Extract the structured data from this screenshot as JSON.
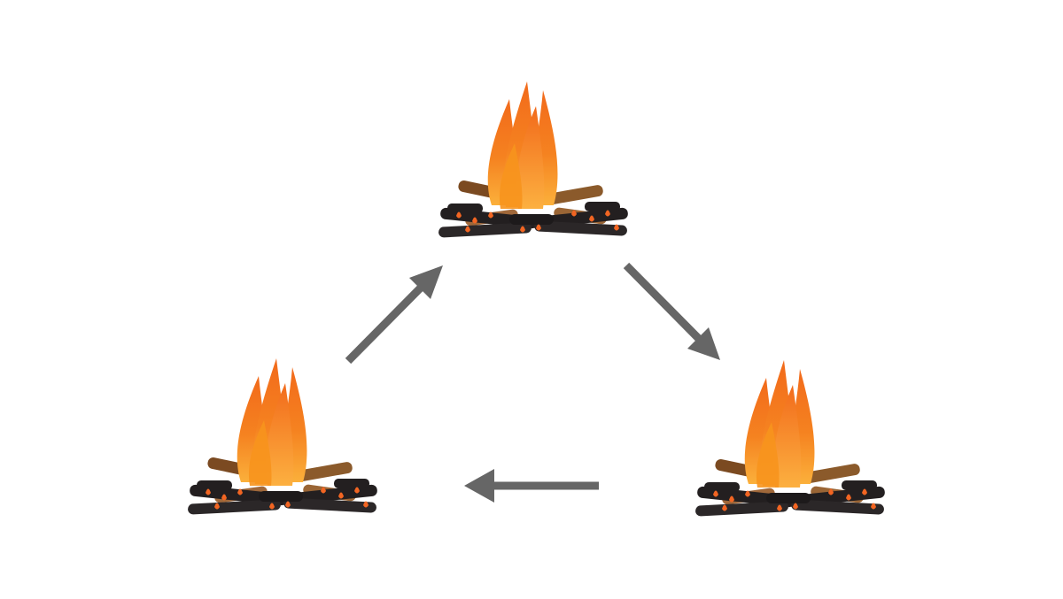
{
  "diagram": {
    "type": "cycle",
    "background": "#ffffff",
    "nodes": [
      {
        "id": "fire-top",
        "icon": "campfire-icon"
      },
      {
        "id": "fire-right",
        "icon": "campfire-icon"
      },
      {
        "id": "fire-left",
        "icon": "campfire-icon"
      }
    ],
    "edges": [
      {
        "from": "fire-left",
        "to": "fire-top"
      },
      {
        "from": "fire-top",
        "to": "fire-right"
      },
      {
        "from": "fire-right",
        "to": "fire-left"
      }
    ],
    "colors": {
      "arrow": "#666666",
      "flame_outer": "#f47a1f",
      "flame_inner": "#fbb03b",
      "log_dark": "#231f20",
      "log_brown": "#7b4a21",
      "log_tan": "#a0683a",
      "ember": "#f26522"
    }
  }
}
